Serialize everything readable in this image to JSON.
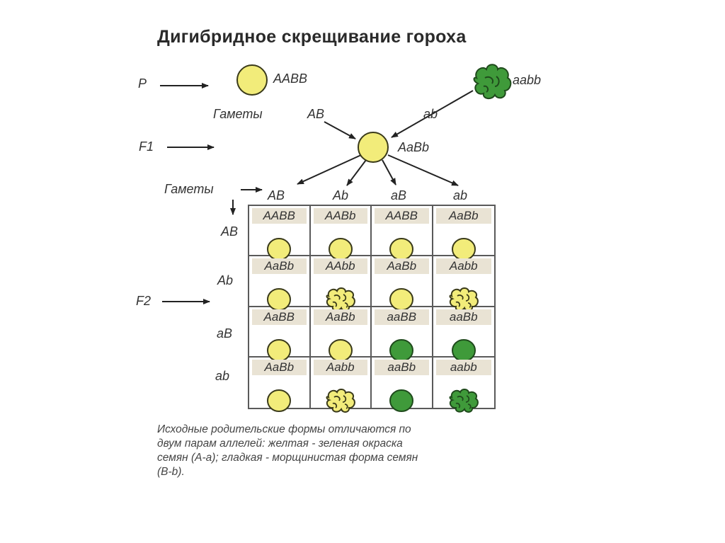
{
  "title": "Дигибридное скрещивание гороха",
  "labels": {
    "p": "P",
    "f1": "F1",
    "f2": "F2",
    "gametes_top": "Гаметы",
    "gametes_mid": "Гаметы"
  },
  "parents": {
    "left_genotype": "AABB",
    "right_genotype": "aabb",
    "left_gamete": "AB",
    "right_gamete": "ab"
  },
  "f1": {
    "genotype": "AaBb"
  },
  "gametes": [
    "AB",
    "Ab",
    "aB",
    "ab"
  ],
  "punnett": {
    "rows": [
      [
        {
          "g": "AABB",
          "seed": "yellow-smooth"
        },
        {
          "g": "AABb",
          "seed": "yellow-smooth"
        },
        {
          "g": "AABB",
          "seed": "yellow-smooth"
        },
        {
          "g": "AaBb",
          "seed": "yellow-smooth"
        }
      ],
      [
        {
          "g": "AaBb",
          "seed": "yellow-smooth"
        },
        {
          "g": "AAbb",
          "seed": "yellow-wrinkled"
        },
        {
          "g": "AaBb",
          "seed": "yellow-smooth"
        },
        {
          "g": "Aabb",
          "seed": "yellow-wrinkled"
        }
      ],
      [
        {
          "g": "AaBB",
          "seed": "yellow-smooth"
        },
        {
          "g": "AaBb",
          "seed": "yellow-smooth"
        },
        {
          "g": "aaBB",
          "seed": "green-smooth"
        },
        {
          "g": "aaBb",
          "seed": "green-smooth"
        }
      ],
      [
        {
          "g": "AaBb",
          "seed": "yellow-smooth"
        },
        {
          "g": "Aabb",
          "seed": "yellow-wrinkled"
        },
        {
          "g": "aaBb",
          "seed": "green-smooth"
        },
        {
          "g": "aabb",
          "seed": "green-wrinkled"
        }
      ]
    ]
  },
  "description": [
    "Исходные родительские формы отличаются по",
    "двум парам аллелей: желтая - зеленая окраска",
    "семян (А-а); гладкая - морщинистая форма семян",
    "(В-b)."
  ],
  "colors": {
    "yellow": "#f2ec7a",
    "yellow_stroke": "#3a3a1a",
    "green": "#3f9a3a",
    "green_stroke": "#1f4a1c",
    "grid_line": "#5a5a5a",
    "label_bg": "#e9e3d4"
  }
}
